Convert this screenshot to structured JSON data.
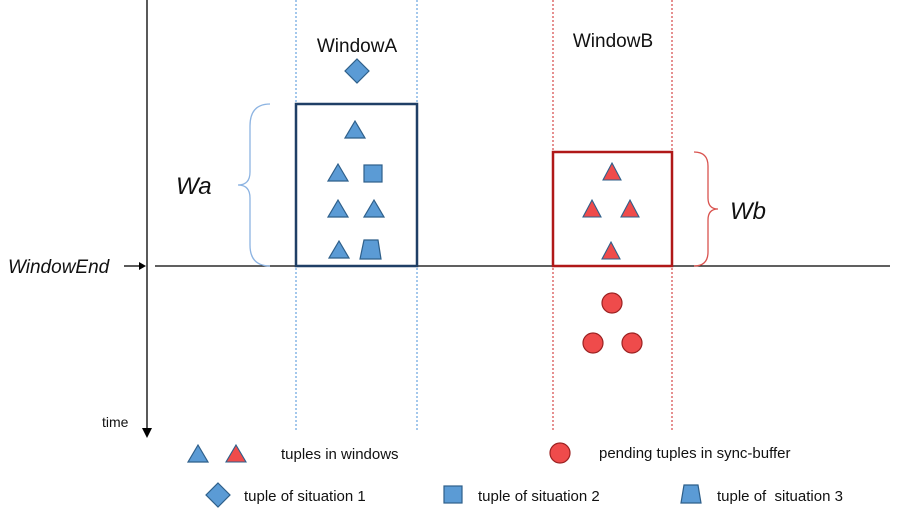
{
  "window_a": {
    "title": "WindowA",
    "width_label": "Wa"
  },
  "window_b": {
    "title": "WindowB",
    "width_label": "Wb"
  },
  "window_end_label": "WindowEnd",
  "time_label": "time",
  "legend": {
    "tuples_in_windows": "tuples in windows",
    "pending_tuples": "pending tuples in sync-buffer",
    "situation_1": "tuple of situation 1",
    "situation_2": "tuple of situation 2",
    "situation_3": "tuple of  situation 3"
  },
  "colors": {
    "blue_fill": "#5b9bd5",
    "blue_stroke": "#2e5f8a",
    "window_a_border": "#1f3f66",
    "red_fill": "#ef4b4b",
    "red_stroke": "#9c2222",
    "window_b_border": "#b01818",
    "guide_blue": "#4a90d9",
    "guide_red": "#cc2222",
    "brace_blue": "#8db4e2",
    "brace_red": "#d9534f"
  }
}
